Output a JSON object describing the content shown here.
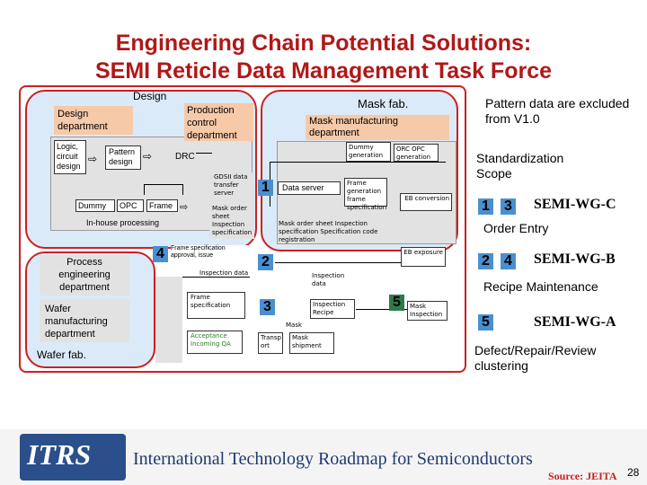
{
  "title": {
    "line1": "Engineering Chain Potential Solutions:",
    "line2": "SEMI Reticle Data Management Task Force"
  },
  "diagram": {
    "design": "Design",
    "design_department": "Design department",
    "logic_circuit_design": "Logic, circuit design",
    "pattern_design": "Pattern design",
    "drc": "DRC",
    "dummy": "Dummy",
    "opc": "OPC",
    "frame": "Frame",
    "in_house_processing": "In-house processing",
    "production_control_department": "Production control department",
    "gdsii_data_transfer_server": "GDSII data transfer server",
    "mask_order_sheet_spec": "Mask order sheet Inspection specification",
    "mask_fab": "Mask fab.",
    "mask_manufacturing_department": "Mask manufacturing department",
    "dummy_generation": "Dummy generation",
    "orc_opc_generation": "ORC OPC generation",
    "data_server": "Data server",
    "frame_generation": "Frame generation frame specification",
    "eb_conversion": "EB conversion",
    "mask_order_note": "Mask order sheet Inspection specification Specification code registration",
    "eb_exposure": "EB exposure",
    "inspection_data_top": "Inspection data",
    "frame_specification_approval": "Frame specification approval, issue",
    "inspection_data": "Inspection data",
    "frame_specification": "Frame specification",
    "acceptance_incoming_qa": "Acceptance Incoming QA",
    "inspection_recipe": "Inspection Recipe",
    "mask": "Mask",
    "transport": "Transp ort",
    "mask_shipment": "Mask shipment",
    "mask_inspection": "Mask Inspection",
    "process_engineering_department": "Process engineering department",
    "wafer_manufacturing_department": "Wafer manufacturing department",
    "wafer_fab": "Wafer fab.",
    "markers": [
      "1",
      "2",
      "3",
      "4",
      "5"
    ]
  },
  "side": {
    "pattern_data_note": "Pattern data are excluded from V1.0",
    "standardization_scope": "Standardization Scope",
    "order_entry": "Order Entry",
    "recipe_maintenance": "Recipe Maintenance",
    "defect_clustering": "Defect/Repair/Review clustering",
    "wg_c": "SEMI-WG-C",
    "wg_b": "SEMI-WG-B",
    "wg_a": "SEMI-WG-A",
    "num_1": "1",
    "num_3": "3",
    "num_2": "2",
    "num_4": "4",
    "num_5": "5"
  },
  "footer": {
    "itrs": "ITRS",
    "roadmap": "International Technology Roadmap for Semiconductors",
    "source": "Source: JEITA",
    "page_number": "28"
  },
  "colors": {
    "title": "#b01818",
    "frame_red": "#cc2020",
    "light_blue": "#dbeaf8",
    "panel_gray": "#e2e2e2",
    "salmon": "#f6c9a8",
    "marker_blue": "#4a8fd0",
    "marker_green": "#2d7a4a"
  }
}
